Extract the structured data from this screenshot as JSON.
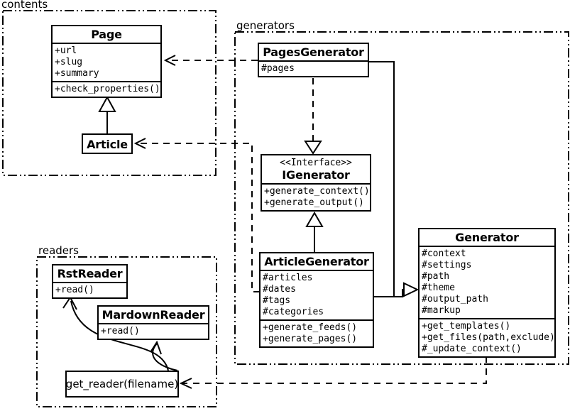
{
  "packages": {
    "contents": {
      "label": "contents"
    },
    "generators": {
      "label": "generators"
    },
    "readers": {
      "label": "readers"
    }
  },
  "classes": {
    "page": {
      "name": "Page",
      "attributes": [
        "+url",
        "+slug",
        "+summary"
      ],
      "methods": [
        "+check_properties()"
      ]
    },
    "article": {
      "name": "Article"
    },
    "pages_generator": {
      "name": "PagesGenerator",
      "attributes": [
        "#pages"
      ]
    },
    "igenerator": {
      "stereotype": "<<Interface>>",
      "name": "IGenerator",
      "methods": [
        "+generate_context()",
        "+generate_output()"
      ]
    },
    "article_generator": {
      "name": "ArticleGenerator",
      "attributes": [
        "#articles",
        "#dates",
        "#tags",
        "#categories"
      ],
      "methods": [
        "+generate_feeds()",
        "+generate_pages()"
      ]
    },
    "generator": {
      "name": "Generator",
      "attributes": [
        "#context",
        "#settings",
        "#path",
        "#theme",
        "#output_path",
        "#markup"
      ],
      "methods": [
        "+get_templates()",
        "+get_files(path,exclude)",
        "#_update_context()"
      ]
    },
    "rst_reader": {
      "name": "RstReader",
      "methods": [
        "+read()"
      ]
    },
    "mardown_reader": {
      "name": "MardownReader",
      "methods": [
        "+read()"
      ]
    },
    "get_reader": {
      "label": "get_reader(filename)"
    }
  },
  "relationships": [
    {
      "from": "Article",
      "to": "Page",
      "type": "inheritance"
    },
    {
      "from": "PagesGenerator",
      "to": "Page",
      "type": "dashed-dependency"
    },
    {
      "from": "ArticleGenerator",
      "to": "Article",
      "type": "dashed-dependency"
    },
    {
      "from": "PagesGenerator",
      "to": "IGenerator",
      "type": "dashed-realization"
    },
    {
      "from": "ArticleGenerator",
      "to": "IGenerator",
      "type": "inheritance"
    },
    {
      "from": "PagesGenerator",
      "to": "Generator",
      "type": "inheritance"
    },
    {
      "from": "ArticleGenerator",
      "to": "Generator",
      "type": "inheritance"
    },
    {
      "from": "Generator",
      "to": "get_reader(filename)",
      "type": "dashed-dependency"
    },
    {
      "from": "get_reader(filename)",
      "to": "RstReader",
      "type": "curved-arrow"
    },
    {
      "from": "get_reader(filename)",
      "to": "MardownReader",
      "type": "curved-arrow"
    }
  ],
  "colors": {
    "line": "#000000",
    "background": "#ffffff",
    "box_fill": "#ffffff"
  }
}
